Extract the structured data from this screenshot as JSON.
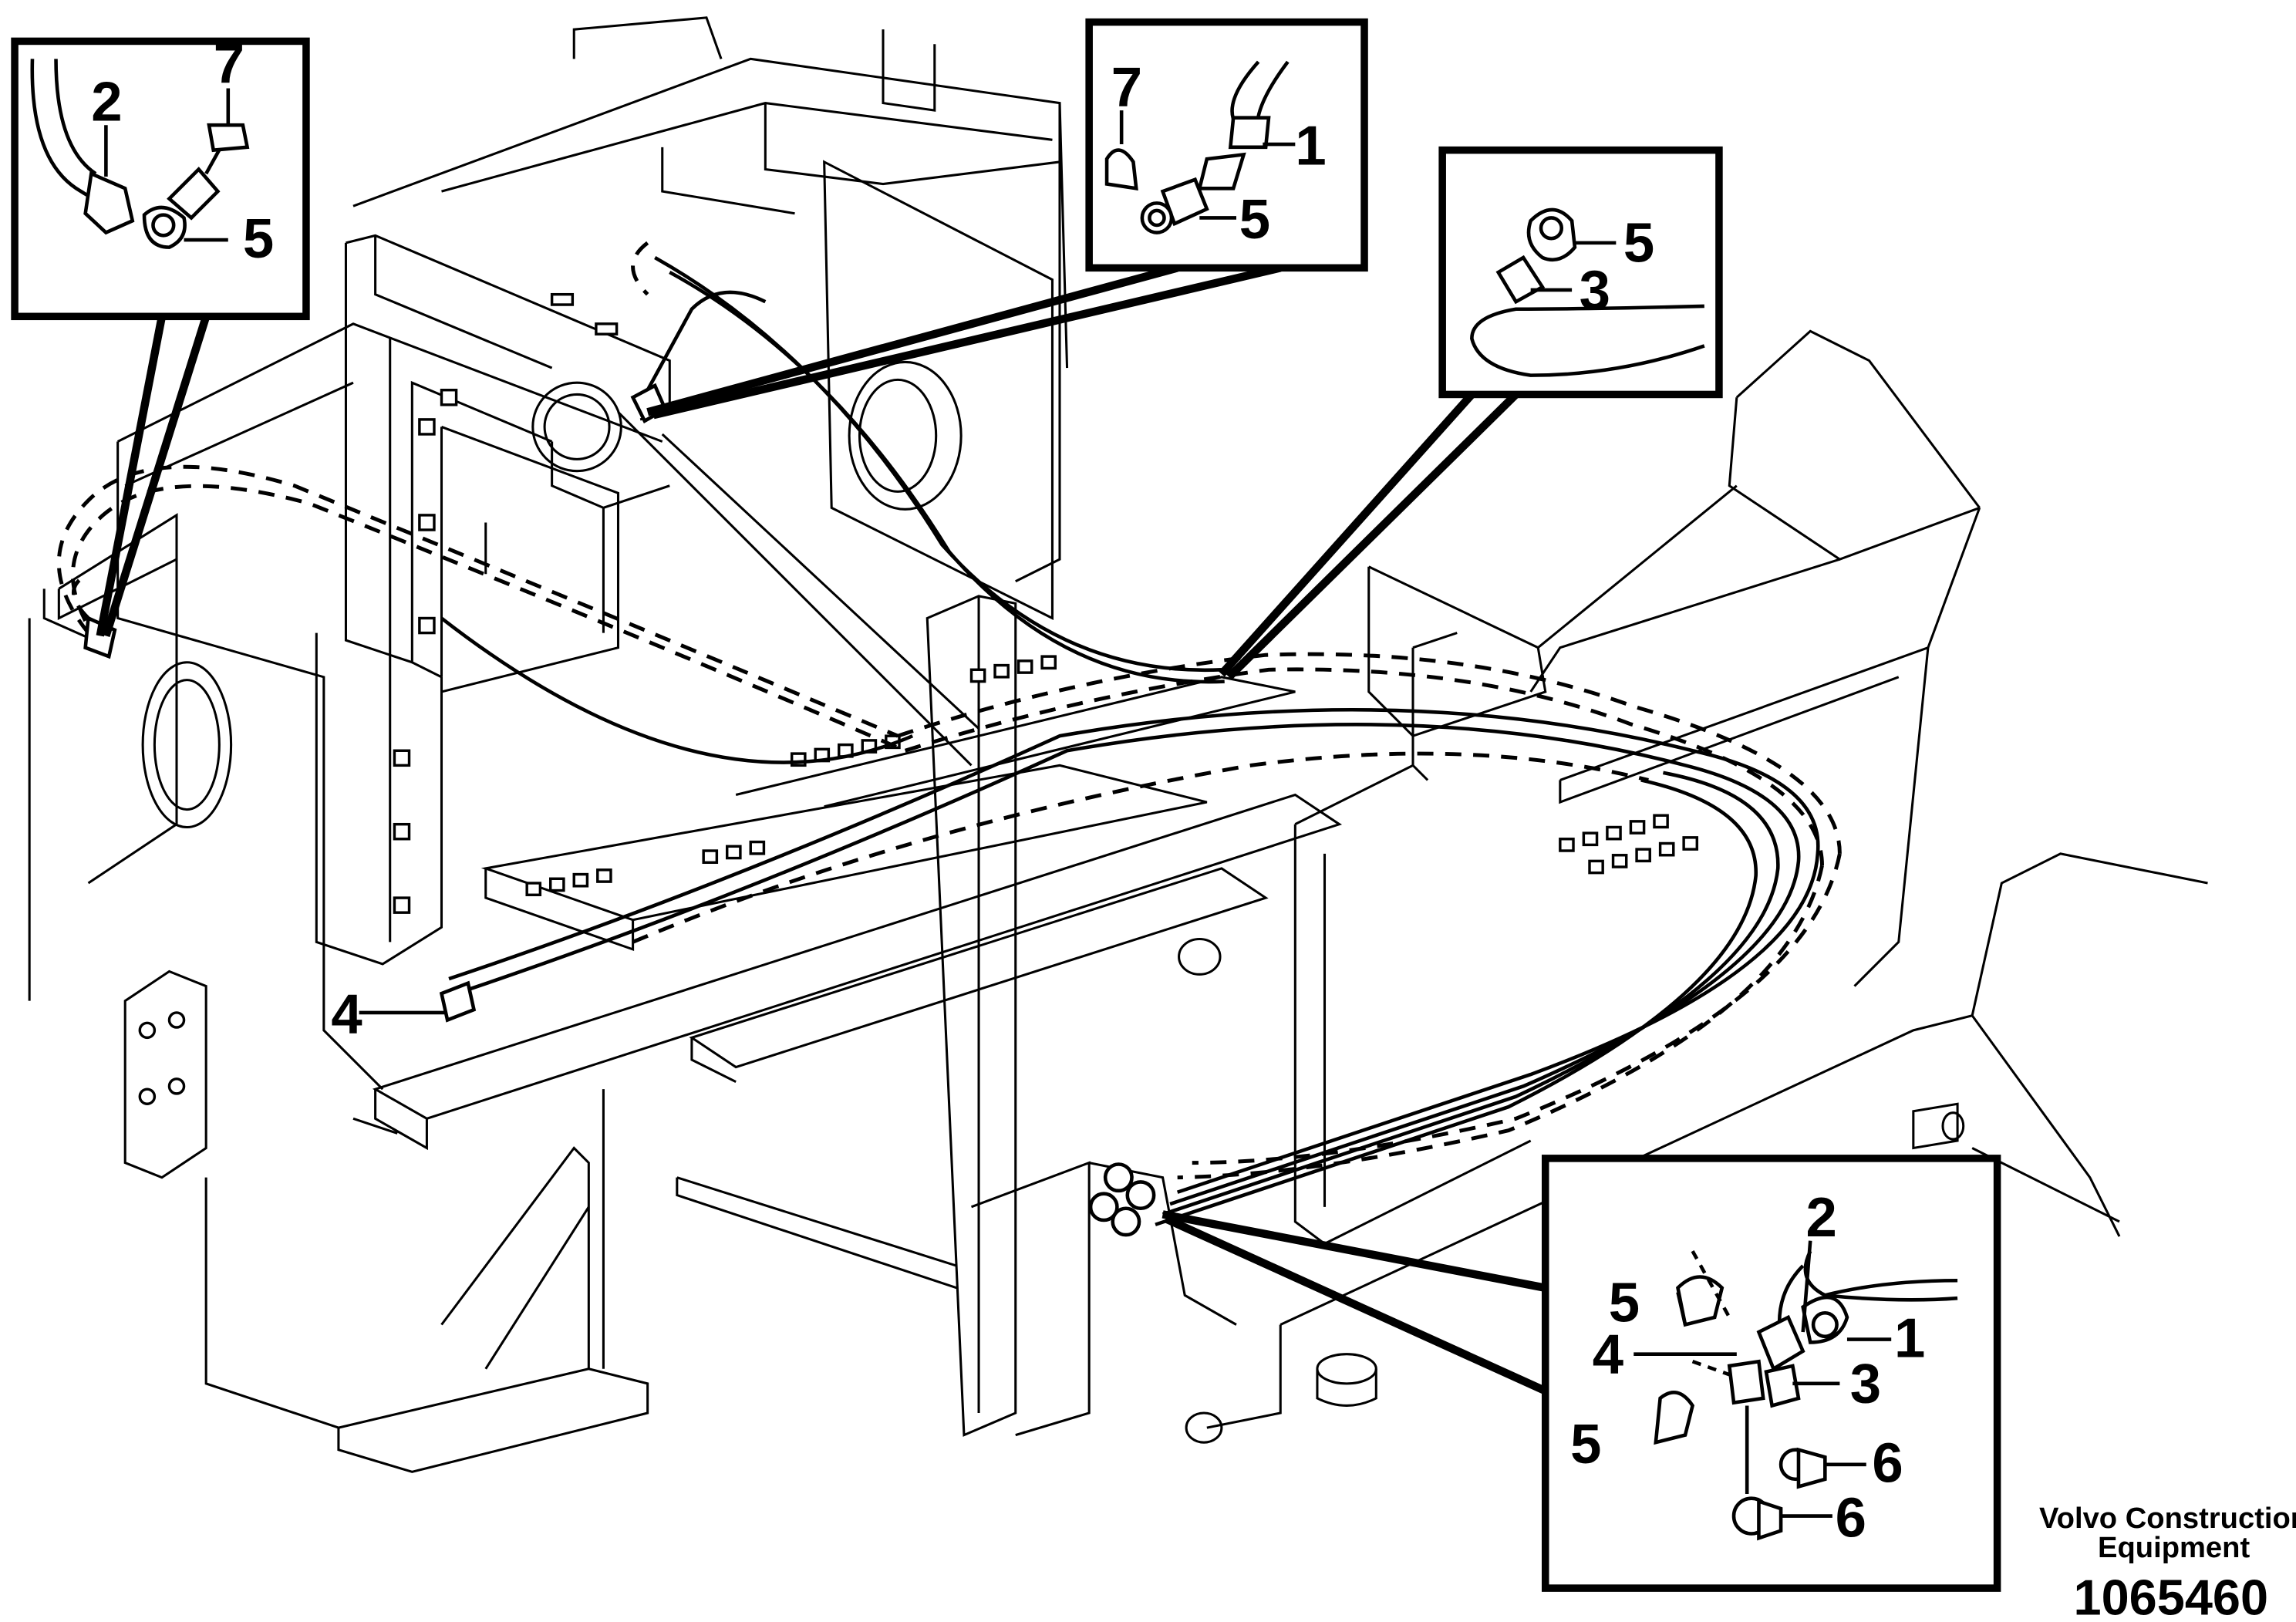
{
  "callouts": {
    "main_4": "4",
    "inset_a": {
      "n7": "7",
      "n2": "2",
      "n5": "5"
    },
    "inset_b": {
      "n7": "7",
      "n1": "1",
      "n5": "5"
    },
    "inset_c": {
      "n5": "5",
      "n3": "3"
    },
    "inset_d": {
      "n2": "2",
      "n5a": "5",
      "n1": "1",
      "n4": "4",
      "n3": "3",
      "n5b": "5",
      "n6a": "6",
      "n6b": "6"
    }
  },
  "brand": {
    "line1": "Volvo Construction",
    "line2": "Equipment"
  },
  "part_number": "1065460"
}
